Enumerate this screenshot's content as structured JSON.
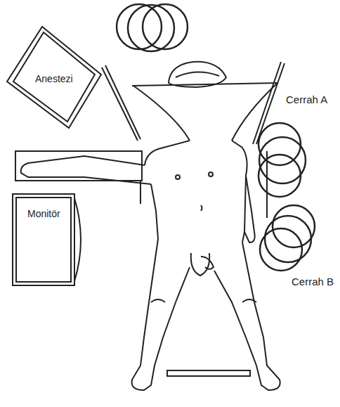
{
  "diagram": {
    "nodes": [
      {
        "text": [
          "Anestezi"
        ]
      },
      {
        "text": [
          "Monitör"
        ]
      }
    ],
    "labels": [
      "Cerrah A",
      "Cerrah B"
    ]
  }
}
